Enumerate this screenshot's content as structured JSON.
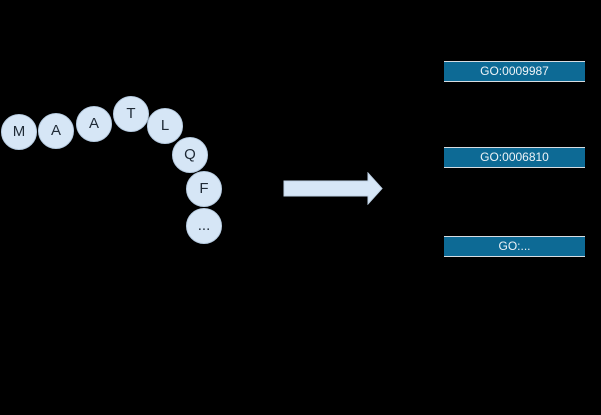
{
  "sequence": {
    "residues": [
      "M",
      "A",
      "A",
      "T",
      "L",
      "Q",
      "F",
      "..."
    ]
  },
  "go_terms": [
    "GO:0009987",
    "GO:0006810",
    "GO:..."
  ],
  "colors": {
    "background": "#000000",
    "residue_fill": "#d6e6f6",
    "go_box_fill": "#0d6a95",
    "arrow_fill": "#d6e6f6"
  }
}
